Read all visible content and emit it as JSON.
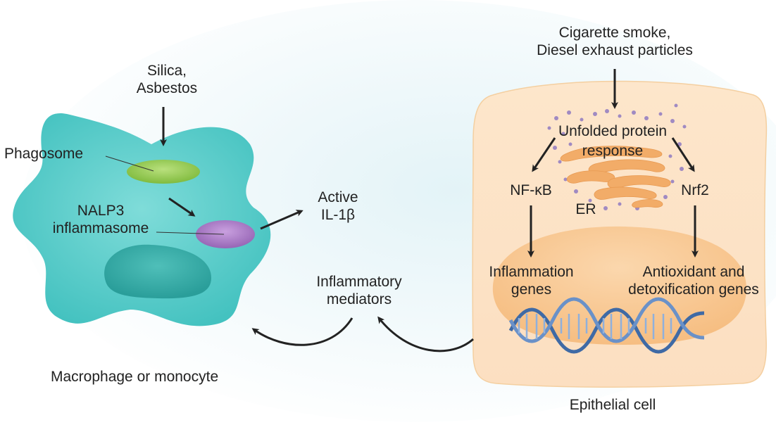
{
  "macrophage": {
    "inputs": [
      "Silica,",
      "Asbestos"
    ],
    "phagosome": "Phagosome",
    "inflammasome": [
      "NALP3",
      "inflammasome"
    ],
    "output": [
      "Active",
      "IL-1β"
    ],
    "caption": "Macrophage or monocyte"
  },
  "epithelial": {
    "inputs": [
      "Cigarette smoke,",
      "Diesel exhaust particles"
    ],
    "upr": [
      "Unfolded protein",
      "response"
    ],
    "nfkb": "NF-κB",
    "nrf2": "Nrf2",
    "er": "ER",
    "genes_left": [
      "Inflammation",
      "genes"
    ],
    "genes_right": [
      "Antioxidant and",
      "detoxification genes"
    ],
    "caption": "Epithelial cell"
  },
  "mediators": [
    "Inflammatory",
    "mediators"
  ],
  "colors": {
    "macrophage": "#5ccdcc",
    "nucleus_macrophage": "#34ada9",
    "phagosome": "#93c952",
    "inflammasome": "#a879c4",
    "epithelial_cell": "#fde8cc",
    "epithelial_nucleus": "#f9cb99",
    "er": "#f2ac68",
    "er_dots": "#a08ac2",
    "dna": "#3f6aa5",
    "arrow": "#222222"
  }
}
